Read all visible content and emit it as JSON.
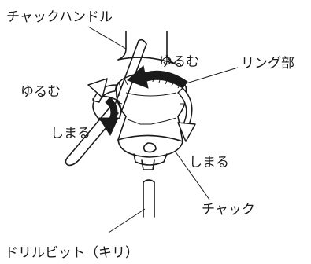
{
  "labels": {
    "chuck_handle": "チャックハンドル",
    "ring": "リング部",
    "loosen_top": "ゆるむ",
    "loosen_left": "ゆるむ",
    "tighten_left": "しまる",
    "tighten_right": "しまる",
    "chuck": "チャック",
    "drill_bit": "ドリルビット（キリ）"
  }
}
